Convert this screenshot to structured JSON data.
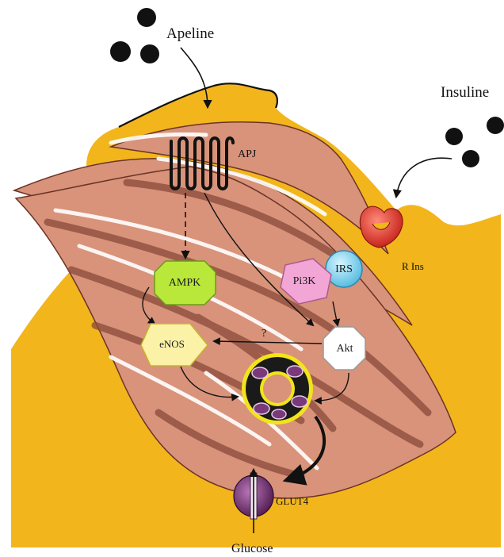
{
  "labels": {
    "apeline": "Apeline",
    "insuline": "Insuline",
    "apj": "APJ",
    "r_ins": "R Ins",
    "glut4": "GLUT4",
    "glucose": "Glucose",
    "question": "?"
  },
  "nodes": {
    "ampk": "AMPK",
    "pi3k": "Pi3K",
    "irs": "IRS",
    "enos": "eNOS",
    "akt": "Akt"
  },
  "colors": {
    "background_tissue": "#f2b51c",
    "muscle": "#d8937a",
    "muscle_dark": "#8a4a3a",
    "ampk": "#b9e83a",
    "pi3k": "#f2a6d6",
    "irs": "#8ad6ee",
    "enos": "#fbf2a8",
    "akt": "#ffffff",
    "receptor": "#d92b1f",
    "glut4": "#6a2a6a",
    "vesicle_ring": "#f2e41a"
  }
}
